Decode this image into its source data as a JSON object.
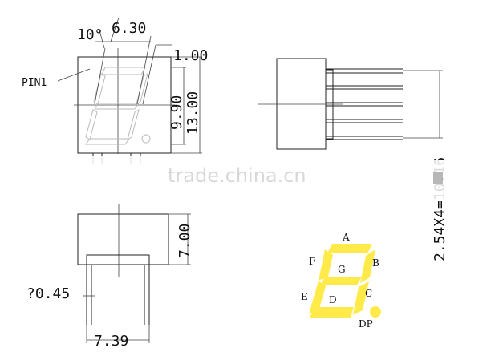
{
  "front_view": {
    "angle_label": "10°",
    "width_label": "6.30",
    "segment_width_label": "1.00",
    "digit_height_label": "9.90",
    "body_height_label": "13.00",
    "pin_label": "PIN1"
  },
  "side_view": {
    "pitch_label": "2.54X4=10.16"
  },
  "bottom_view": {
    "height_label": "7.00",
    "pin_diameter_label": "?0.45",
    "width_label": "7.39"
  },
  "segment_map": {
    "labels": {
      "a": "A",
      "b": "B",
      "c": "C",
      "d": "D",
      "e": "E",
      "f": "F",
      "g": "G",
      "dp": "DP"
    },
    "segment_color": "#ffea4a"
  },
  "watermark": "trade.china.cn"
}
